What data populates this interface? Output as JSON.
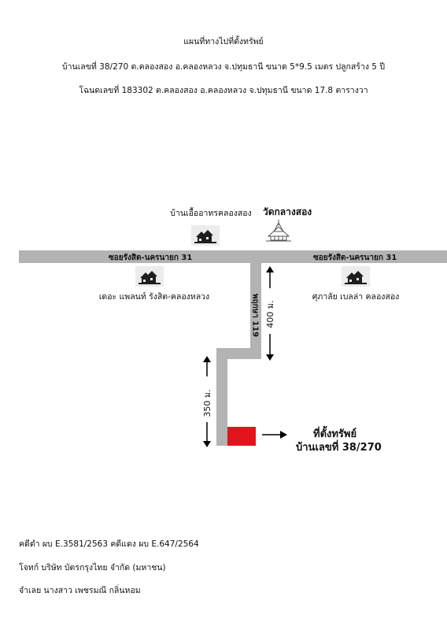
{
  "header": {
    "title": "แผนที่ทางไปที่ตั้งทรัพย์",
    "line1": "บ้านเลขที่ 38/270 ต.คลองสอง อ.คลองหลวง จ.ปทุมธานี ขนาด 5*9.5 เมตร ปลูกสร้าง 5 ปี",
    "line2": "โฉนดเลขที่ 183302  ต.คลองสอง อ.คลองหลวง จ.ปทุมธานี ขนาด 17.8 ตารางวา"
  },
  "map": {
    "main_road_left": "ซอยรังสิต-นครนายก 31",
    "main_road_right": "ซอยรังสิต-นครนายก 31",
    "side_road": "พฤกษา 119",
    "landmarks": {
      "top_village": "บ้านเอื้ออาทรคลองสอง",
      "temple": "วัดกลางสอง",
      "left_village": "เดอะ แพลนท์ รังสิต-คลองหลวง",
      "right_village": "ศุภาลัย เบลล่า คลองสอง"
    },
    "distance_1": "400 ม.",
    "distance_2": "350 ม.",
    "property_line1": "ที่ตั้งทรัพย์",
    "property_line2": "บ้านเลขที่ 38/270",
    "colors": {
      "road": "#b3b3b3",
      "property": "#e0141c"
    },
    "icons": [
      "house-icon",
      "temple-icon",
      "arrow-icon"
    ]
  },
  "footer": {
    "case_line": "คดีดำ ผบ E.3581/2563   คดีแดง ผบ E.647/2564",
    "plaintiff": "โจทก์ บริษัท บัตรกรุงไทย จำกัด (มหาชน)",
    "defendant": "จำเลย  นางสาว เพชรมณี กลิ่นหอม"
  }
}
